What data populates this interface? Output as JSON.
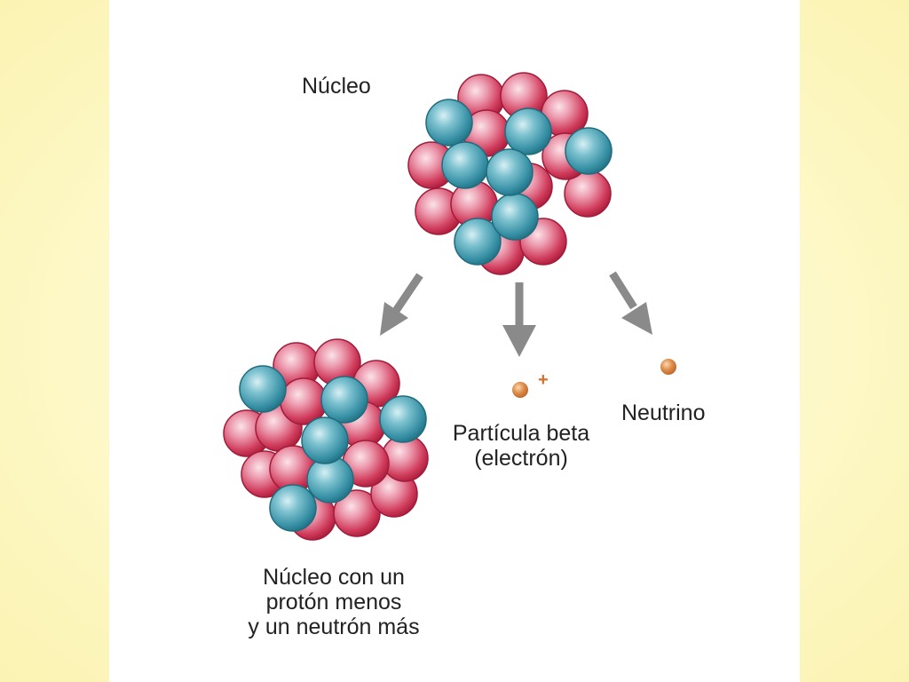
{
  "labels": {
    "nucleus": "Núcleo",
    "beta_particle": "Partícula beta\n(electrón)",
    "beta_charge": "+",
    "neutrino": "Neutrino",
    "daughter_nucleus": "Núcleo con un\nprotón menos\ny un neutrón más"
  },
  "colors": {
    "proton": "#cc2a4a",
    "neutron": "#2f8da0",
    "arrow": "#8a8a8a",
    "particle": "#d47a35",
    "charge": "#d4702a"
  }
}
